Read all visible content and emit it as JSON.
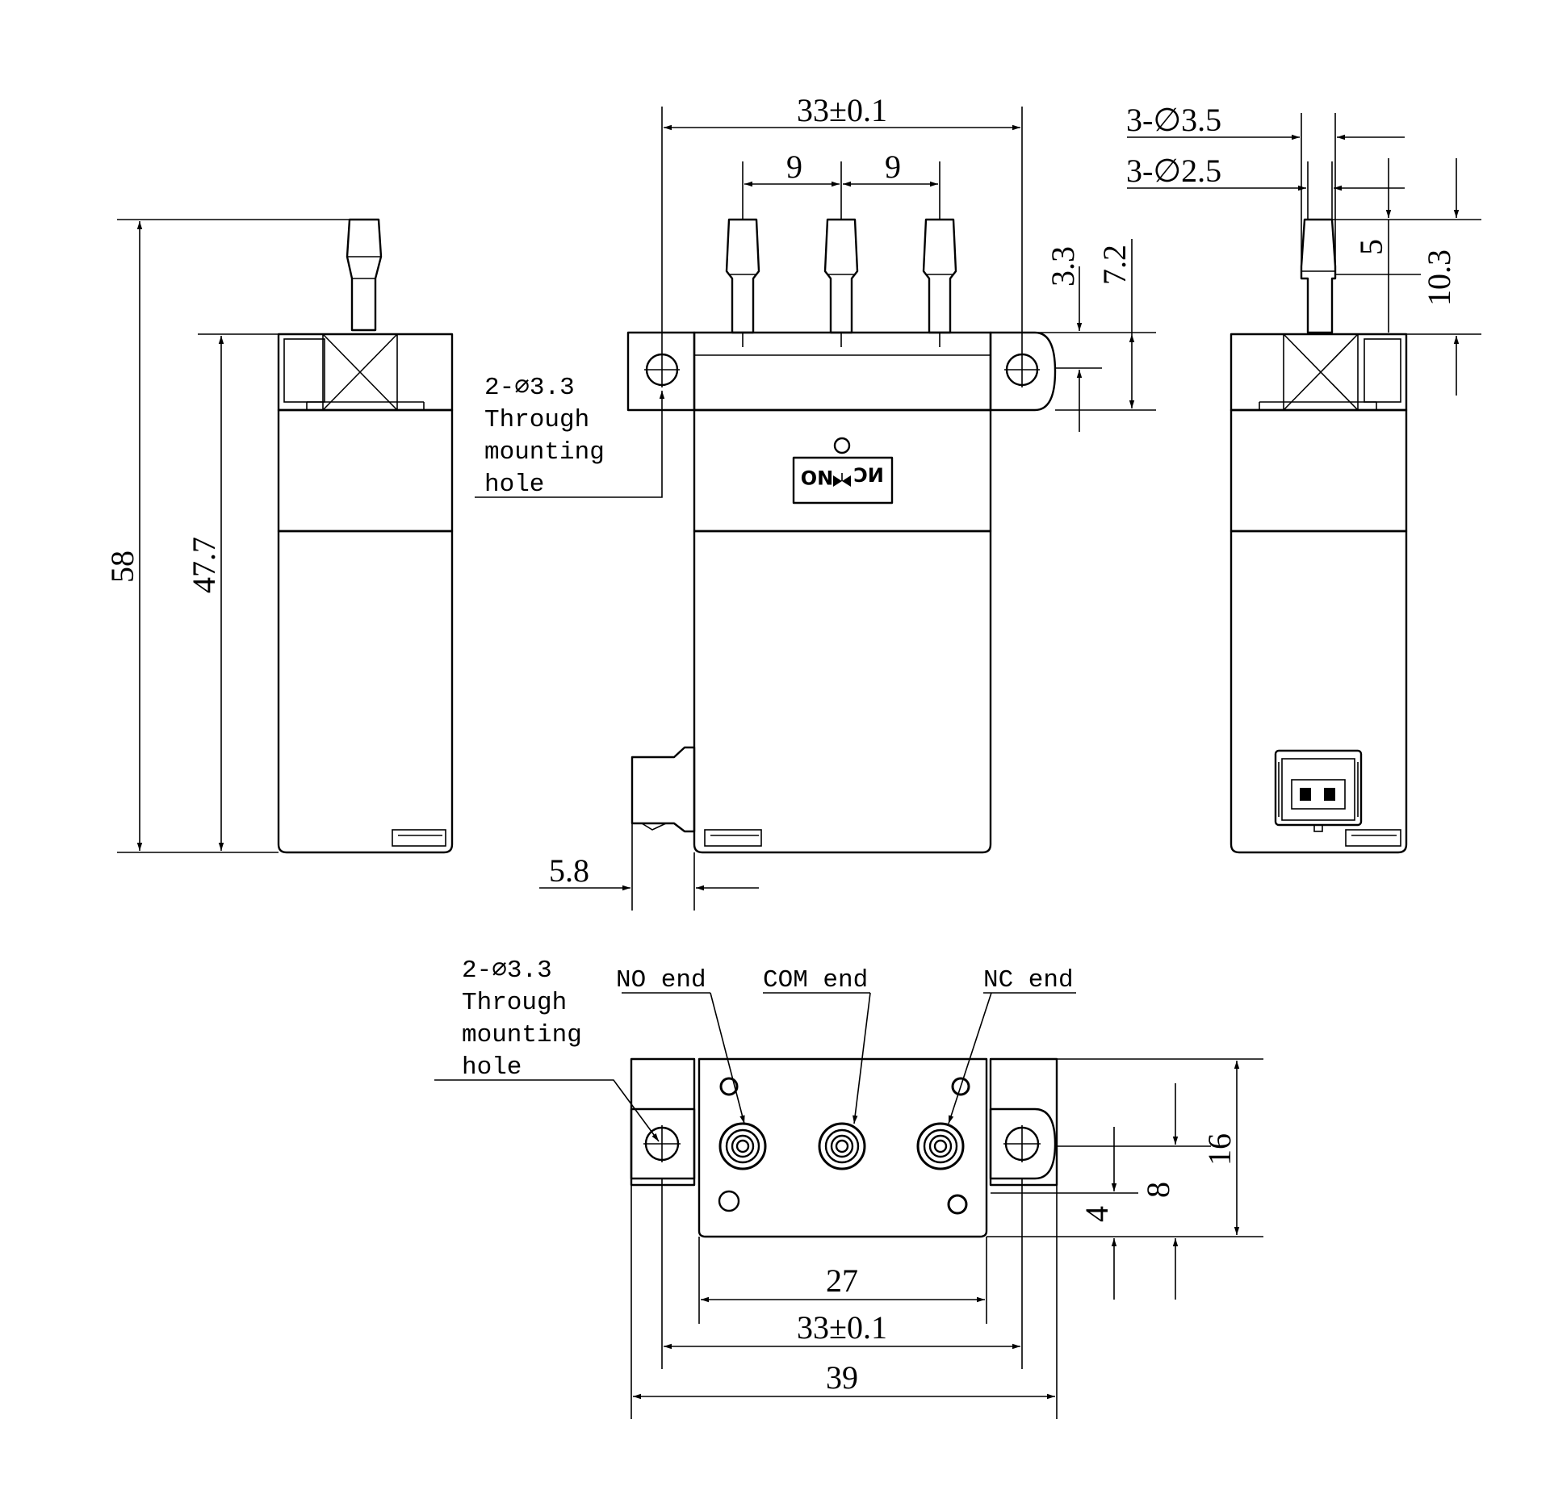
{
  "dimensions": {
    "top_width": "33±0.1",
    "port_pitch_left": "9",
    "port_pitch_right": "9",
    "flange_thk": "3.3",
    "flange_h": "7.2",
    "overall_height": "58",
    "body_height": "47.7",
    "conn_offset": "5.8",
    "port_od": "3-∅3.5",
    "port_id": "3-∅2.5",
    "barb_len": "5",
    "nozzle_len": "10.3",
    "bottom_hole_pitch": "27",
    "bottom_width": "33±0.1",
    "overall_width": "39",
    "depth_16": "16",
    "depth_8": "8",
    "depth_4": "4"
  },
  "notes": {
    "mount_hole_top": [
      "2-∅3.3",
      "Through",
      "mounting",
      "hole"
    ],
    "mount_hole_bottom": [
      "2-∅3.3",
      "Through",
      "mounting",
      "hole"
    ],
    "no_end": "NO end",
    "com_end": "COM end",
    "nc_end": "NC end"
  },
  "label_plate": {
    "left": "NO",
    "right": "NC"
  }
}
